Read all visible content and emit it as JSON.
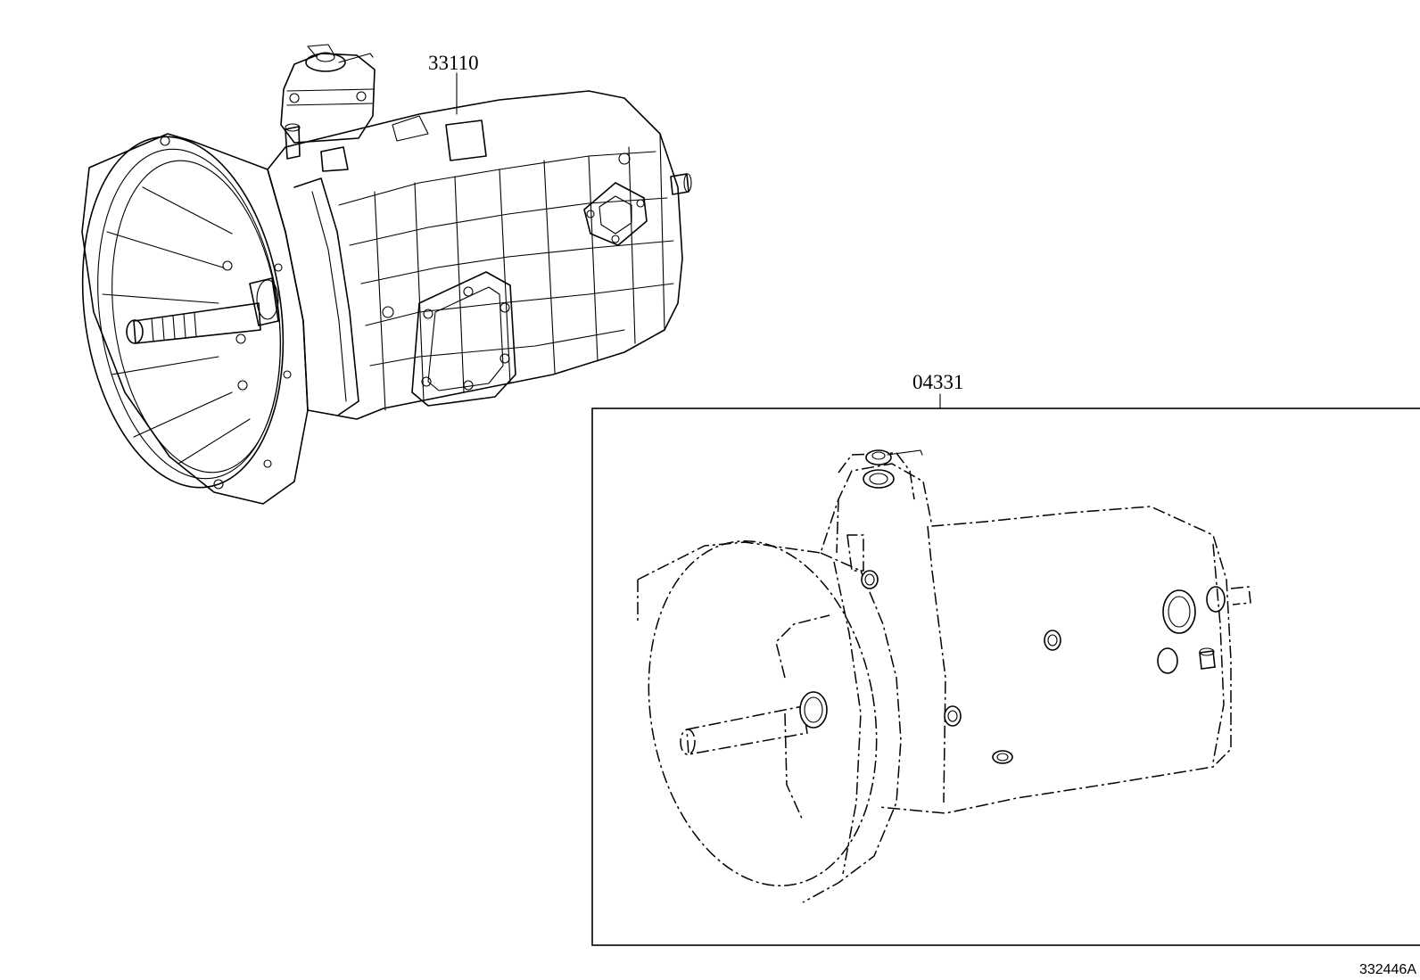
{
  "diagram": {
    "labels": {
      "transmission_assembly": "33110",
      "gasket_kit": "04331",
      "figure_id": "332446A"
    },
    "icons": {
      "transmission": "transmission-assembly-icon",
      "gasket_kit": "transmission-gasket-kit-icon"
    },
    "colors": {
      "ink": "#000000",
      "background": "#ffffff"
    }
  }
}
